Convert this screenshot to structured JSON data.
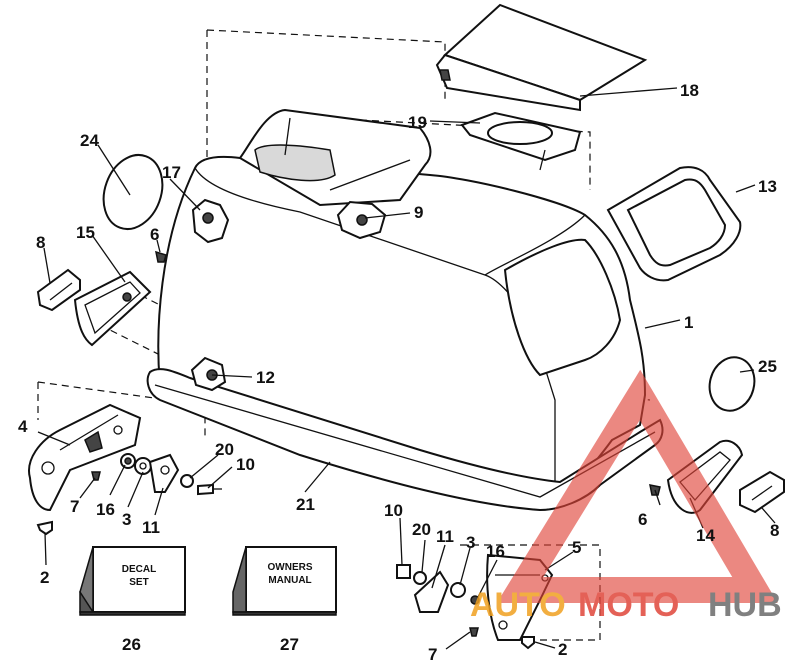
{
  "callouts": [
    "1",
    "2",
    "3",
    "4",
    "5",
    "6",
    "7",
    "8",
    "9",
    "10",
    "11",
    "12",
    "13",
    "14",
    "15",
    "16",
    "17",
    "18",
    "19",
    "20",
    "21",
    "24",
    "25",
    "26",
    "27"
  ],
  "labels": {
    "c1": "1",
    "c2a": "2",
    "c2b": "2",
    "c3a": "3",
    "c3b": "3",
    "c4": "4",
    "c5": "5",
    "c6a": "6",
    "c6b": "6",
    "c7a": "7",
    "c7b": "7",
    "c8a": "8",
    "c8b": "8",
    "c9": "9",
    "c10a": "10",
    "c10b": "10",
    "c11a": "11",
    "c11b": "11",
    "c12": "12",
    "c13": "13",
    "c14": "14",
    "c15": "15",
    "c16a": "16",
    "c16b": "16",
    "c17": "17",
    "c18": "18",
    "c19": "19",
    "c20a": "20",
    "c20b": "20",
    "c21": "21",
    "c24": "24",
    "c25": "25",
    "c26": "26",
    "c27": "27"
  },
  "boxes": {
    "decal_line1": "DECAL",
    "decal_line2": "SET",
    "manual_line1": "OWNERS",
    "manual_line2": "MANUAL"
  },
  "watermark": {
    "part1": "AUTO",
    "part2": "MOTO",
    "part3": "HUB",
    "color_red": "#e0463a",
    "color_orange": "#f0a020",
    "color_gray": "#6a6a6a"
  }
}
